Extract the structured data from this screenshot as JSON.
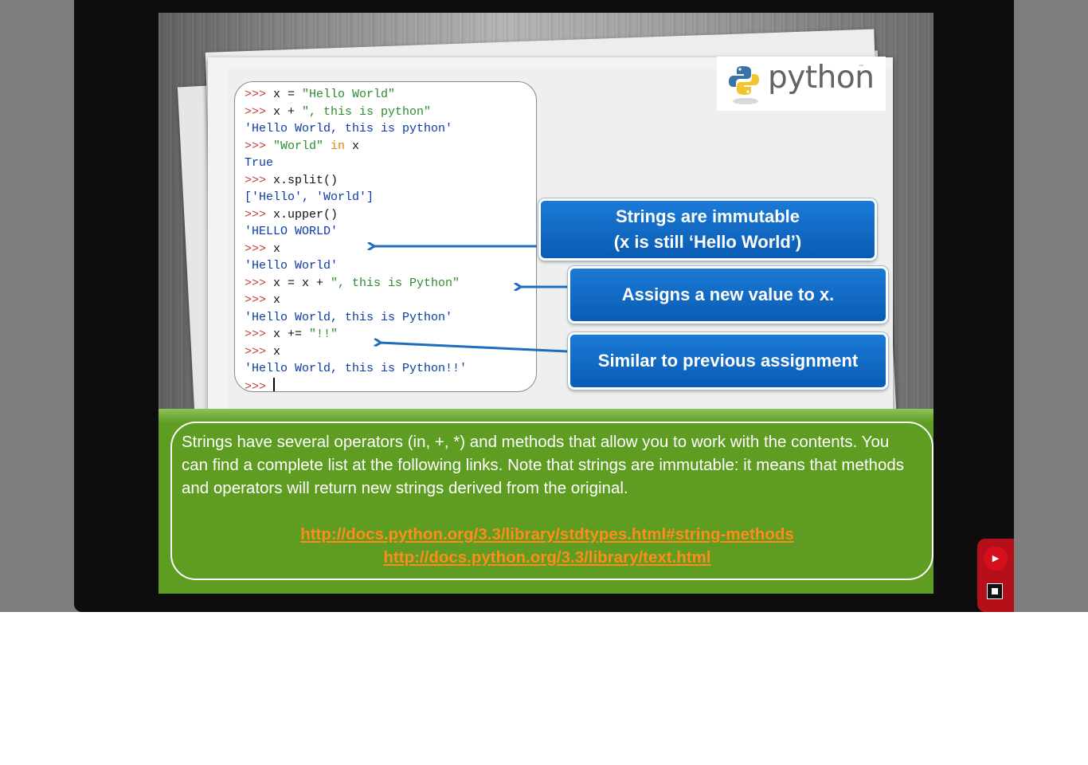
{
  "terminal": {
    "lines": [
      [
        {
          "t": ">>> ",
          "c": "p"
        },
        {
          "t": "x = "
        },
        {
          "t": "\"Hello World\"",
          "c": "s"
        }
      ],
      [
        {
          "t": ">>> ",
          "c": "p"
        },
        {
          "t": "x + "
        },
        {
          "t": "\", this is python\"",
          "c": "s"
        }
      ],
      [
        {
          "t": "'Hello World, this is python'",
          "c": "o"
        }
      ],
      [
        {
          "t": ">>> ",
          "c": "p"
        },
        {
          "t": "\"World\" ",
          "c": "s"
        },
        {
          "t": "in",
          "c": "k"
        },
        {
          "t": " x"
        }
      ],
      [
        {
          "t": "True",
          "c": "o"
        }
      ],
      [
        {
          "t": ">>> ",
          "c": "p"
        },
        {
          "t": "x.split()"
        }
      ],
      [
        {
          "t": "['Hello', 'World']",
          "c": "o"
        }
      ],
      [
        {
          "t": ">>> ",
          "c": "p"
        },
        {
          "t": "x.upper()"
        }
      ],
      [
        {
          "t": "'HELLO WORLD'",
          "c": "o"
        }
      ],
      [
        {
          "t": ">>> ",
          "c": "p"
        },
        {
          "t": "x"
        }
      ],
      [
        {
          "t": "'Hello World'",
          "c": "o"
        }
      ],
      [
        {
          "t": ">>> ",
          "c": "p"
        },
        {
          "t": "x = x + "
        },
        {
          "t": "\", this is Python\"",
          "c": "s"
        }
      ],
      [
        {
          "t": ">>> ",
          "c": "p"
        },
        {
          "t": "x"
        }
      ],
      [
        {
          "t": "'Hello World, this is Python'",
          "c": "o"
        }
      ],
      [
        {
          "t": ">>> ",
          "c": "p"
        },
        {
          "t": "x += "
        },
        {
          "t": "\"!!\"",
          "c": "s"
        }
      ],
      [
        {
          "t": ">>> ",
          "c": "p"
        },
        {
          "t": "x"
        }
      ],
      [
        {
          "t": "'Hello World, this is Python!!'",
          "c": "o"
        }
      ],
      [
        {
          "t": ">>> ",
          "c": "p"
        }
      ]
    ]
  },
  "logo": {
    "word": "python",
    "tm": "™"
  },
  "callouts": {
    "immutable_line1": "Strings are immutable",
    "immutable_line2": "(x is still ‘Hello World’)",
    "assigns": "Assigns a new value to x.",
    "similar": "Similar to previous assignment"
  },
  "note": {
    "text": "Strings have several operators (in, +, *) and methods that allow you to work with the contents. You can find a complete list at the following links. Note that strings are immutable: it means that methods and operators will return new strings derived from the original.",
    "link1": "http://docs.python.org/3.3/library/stdtypes.html#string-methods",
    "link2": "http://docs.python.org/3.3/library/text.html"
  },
  "colors": {
    "callout_blue": "#0a5cb4",
    "note_green": "#5e9c22",
    "link_orange": "#ff8c1a",
    "controls_red": "#b5101a"
  },
  "icons": {
    "play": "play-icon",
    "fullscreen": "fullscreen-icon",
    "logo": "python-logo-icon"
  }
}
